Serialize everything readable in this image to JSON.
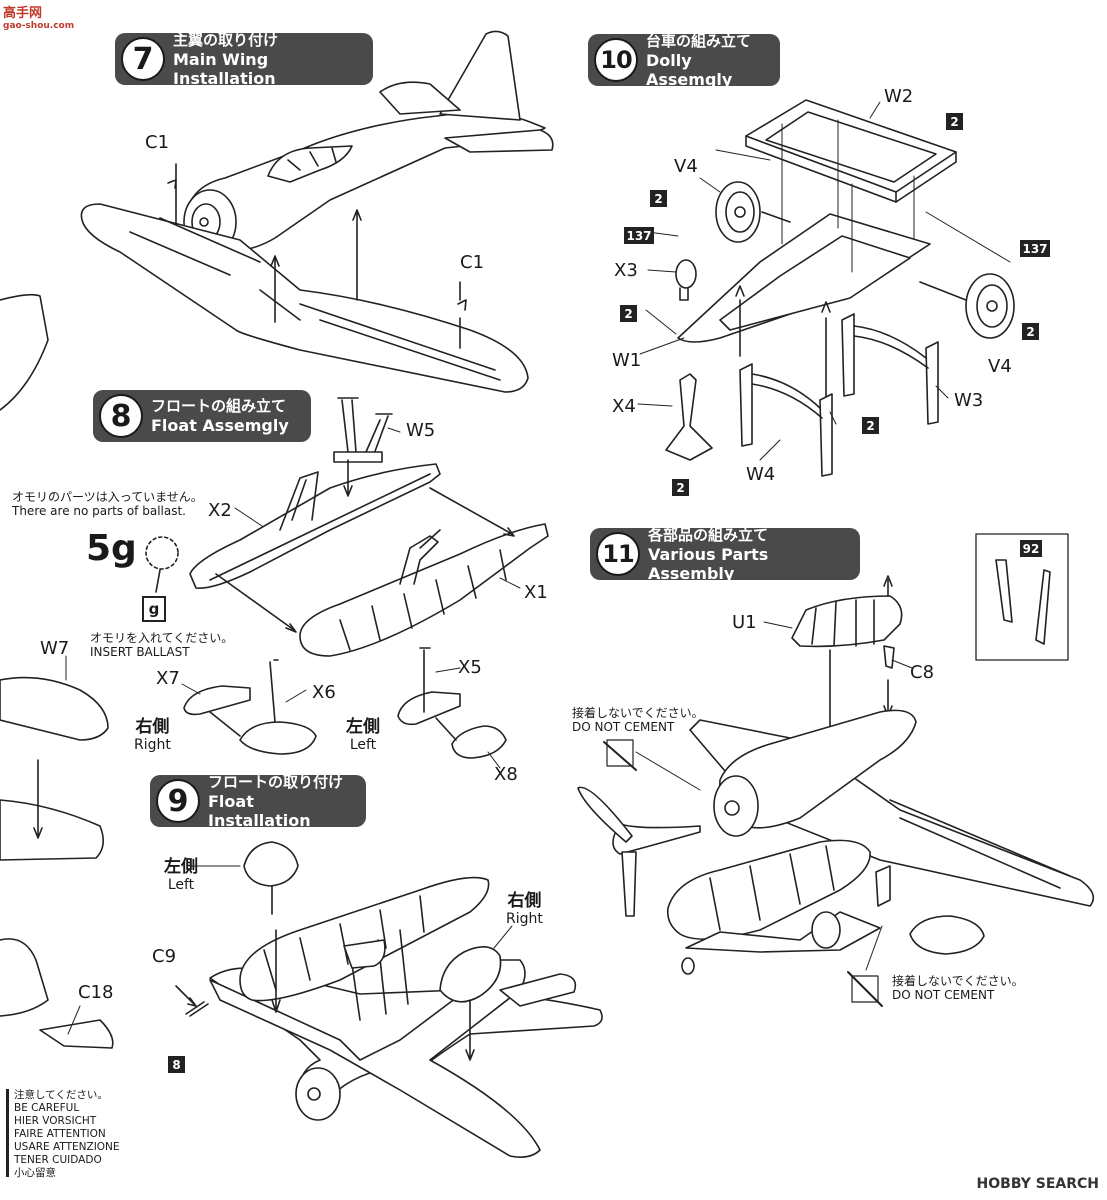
{
  "logo": {
    "text": "高手网",
    "url_text": "gao-shou.com"
  },
  "watermark": "HOBBY SEARCH",
  "steps": [
    {
      "num": "7",
      "jp": "主翼の取り付け",
      "en": "Main Wing Installation"
    },
    {
      "num": "8",
      "jp": "フロートの組み立て",
      "en": "Float Assemgly"
    },
    {
      "num": "9",
      "jp": "フロートの取り付け",
      "en": "Float Installation"
    },
    {
      "num": "10",
      "jp": "台車の組み立て",
      "en": "Dolly Assemgly"
    },
    {
      "num": "11",
      "jp": "各部品の組み立て",
      "en": "Various Parts Assembly"
    }
  ],
  "parts": {
    "c1": "C1",
    "w5": "W5",
    "x2": "X2",
    "x1": "X1",
    "x7": "X7",
    "x6": "X6",
    "x5": "X5",
    "x8": "X8",
    "w7": "W7",
    "c9": "C9",
    "c18": "C18",
    "w2": "W2",
    "v4": "V4",
    "x3": "X3",
    "w1": "W1",
    "x4": "X4",
    "w4": "W4",
    "w3": "W3",
    "u1": "U1",
    "c8": "C8"
  },
  "badges": {
    "b2": "2",
    "b137": "137",
    "b92": "92",
    "b8": "8"
  },
  "ballast": {
    "note_jp": "オモリのパーツは入っていません。",
    "note_en": "There are no parts of ballast.",
    "weight": "5g",
    "icon": "g",
    "insert_jp": "オモリを入れてください。",
    "insert_en": "INSERT BALLAST"
  },
  "sides": {
    "right_jp": "右側",
    "right_en": "Right",
    "left_jp": "左側",
    "left_en": "Left"
  },
  "do_not_cement": {
    "jp": "接着しないでください。",
    "en": "DO NOT CEMENT"
  },
  "caution": [
    "注意してください。",
    "BE CAREFUL",
    "HIER VORSICHT",
    "FAIRE ATTENTION",
    "USARE ATTENZIONE",
    "TENER CUIDADO",
    "小心留意"
  ]
}
